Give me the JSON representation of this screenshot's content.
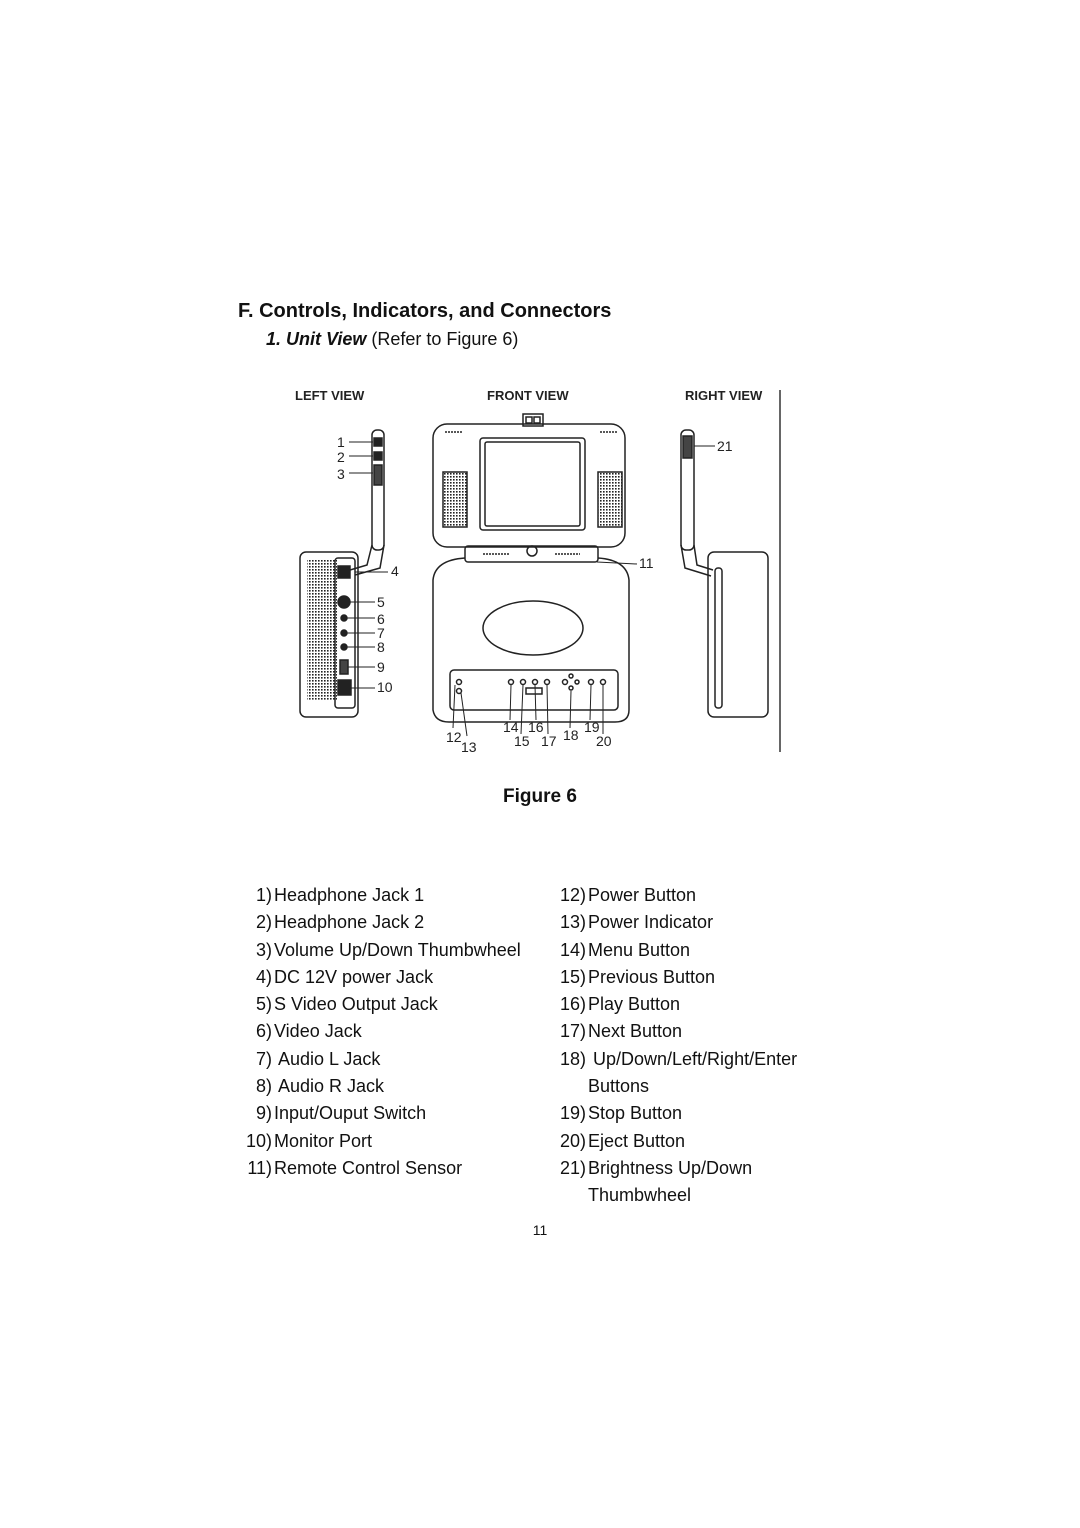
{
  "heading": "F. Controls, Indicators, and Connectors",
  "subheading": {
    "prefix": "1. Unit View",
    "suffix": " (Refer to Figure 6)"
  },
  "figure": {
    "view_titles": {
      "left": "LEFT VIEW",
      "front": "FRONT VIEW",
      "right": "RIGHT VIEW"
    },
    "callouts": [
      "1",
      "2",
      "3",
      "4",
      "5",
      "6",
      "7",
      "8",
      "9",
      "10",
      "11",
      "12",
      "13",
      "14",
      "15",
      "16",
      "17",
      "18",
      "19",
      "20",
      "21"
    ]
  },
  "figure_caption": "Figure 6",
  "legend_left": [
    {
      "num": "1)",
      "label": "Headphone Jack 1"
    },
    {
      "num": "2)",
      "label": "Headphone Jack 2"
    },
    {
      "num": "3)",
      "label": "Volume Up/Down Thumbwheel"
    },
    {
      "num": "4)",
      "label": "DC 12V power Jack"
    },
    {
      "num": "5)",
      "label": "S Video Output Jack"
    },
    {
      "num": "6)",
      "label": "Video Jack"
    },
    {
      "num": "7)",
      "label": " Audio L Jack"
    },
    {
      "num": "8)",
      "label": " Audio R Jack"
    },
    {
      "num": "9)",
      "label": "Input/Ouput Switch"
    },
    {
      "num": "10)",
      "label": "Monitor Port"
    },
    {
      "num": "11)",
      "label": "Remote Control Sensor"
    }
  ],
  "legend_right": [
    {
      "num": "12)",
      "label": "Power Button"
    },
    {
      "num": "13)",
      "label": "Power Indicator"
    },
    {
      "num": "14)",
      "label": "Menu Button"
    },
    {
      "num": "15)",
      "label": "Previous Button"
    },
    {
      "num": "16)",
      "label": "Play Button"
    },
    {
      "num": "17)",
      "label": "Next Button"
    },
    {
      "num": "18)",
      "label": " Up/Down/Left/Right/Enter"
    },
    {
      "num": "",
      "label": "Buttons"
    },
    {
      "num": "19)",
      "label": "Stop Button"
    },
    {
      "num": "20)",
      "label": "Eject Button"
    },
    {
      "num": "21)",
      "label": "Brightness Up/Down"
    },
    {
      "num": "",
      "label": "Thumbwheel"
    }
  ],
  "page_number": "11"
}
